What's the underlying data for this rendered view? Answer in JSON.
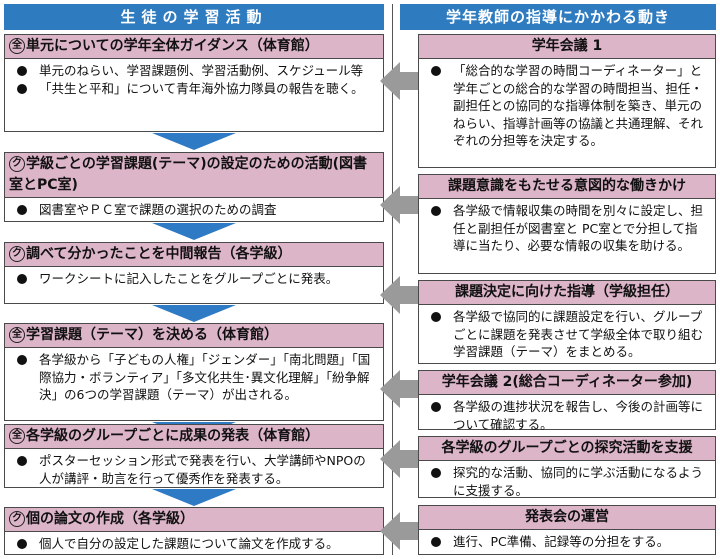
{
  "headers": {
    "left": "生徒の学習活動",
    "right": "学年教師の指導にかかわる動き"
  },
  "left_boxes": [
    {
      "mark": "全",
      "title": "単元についての学年全体ガイダンス（体育館）",
      "items": [
        "単元のねらい、学習課題例、学習活動例、スケジュール等",
        "「共生と平和」について青年海外協力隊員の報告を聴く。"
      ]
    },
    {
      "mark": "ク",
      "title": "学級ごとの学習課題(テーマ)の設定のための活動(図書室とPC室)",
      "items": [
        "図書室やＰＣ室で課題の選択のための調査"
      ]
    },
    {
      "mark": "ク",
      "title": "調べて分かったことを中間報告（各学級）",
      "items": [
        "ワークシートに記入したことをグループごとに発表。"
      ]
    },
    {
      "mark": "全",
      "title": "学習課題（テーマ）を決める（体育館）",
      "items": [
        "各学級から「子どもの人権」「ジェンダー」「南北問題」「国際協力・ボランティア」「多文化共生･異文化理解」「紛争解決」の6つの学習課題（テーマ）が出される。"
      ]
    },
    {
      "mark": "全",
      "title": "各学級のグループごとに成果の発表（体育館）",
      "items": [
        "ポスターセッション形式で発表を行い、大学講師やNPOの人が講評・助言を行って優秀作を発表する。"
      ]
    },
    {
      "mark": "ク",
      "title": "個の論文の作成（各学級）",
      "items": [
        "個人で自分の設定した課題について論文を作成する。"
      ]
    }
  ],
  "right_boxes": [
    {
      "title": "学年会議 1",
      "items": [
        "「総合的な学習の時間コーディネーター」と学年ごとの総合的な学習の時間担当、担任・副担任との協同的な指導体制を築き、単元のねらい、指導計画等の協議と共通理解、それぞれの分担等を決定する。"
      ]
    },
    {
      "title": "課題意識をもたせる意図的な働きかけ",
      "items": [
        "各学級で情報収集の時間を別々に設定し、担任と副担任が図書室と PC室とで分担して指導に当たり、必要な情報の収集を助ける。"
      ]
    },
    {
      "title": "課題決定に向けた指導（学級担任）",
      "items": [
        "各学級で協同的に課題設定を行い、グループごとに課題を発表させて学級全体で取り組む学習課題（テーマ）をまとめる。"
      ]
    },
    {
      "title": "学年会議 2(総合コーディネーター参加)",
      "items": [
        "各学級の進捗状況を報告し、今後の計画等について確認する。"
      ]
    },
    {
      "title": "各学級のグループごとの探究活動を支援",
      "items": [
        "探究的な活動、協同的に学ぶ活動になるように支援する。"
      ]
    },
    {
      "title": "発表会の運営",
      "items": [
        "進行、PC準備、記録等の分担をする。"
      ]
    }
  ],
  "colors": {
    "header": "#2e7bbf",
    "box_title": "#ddb5c9",
    "arrow_down": "#2f7ac4",
    "arrow_left": "#9a9a9a"
  }
}
